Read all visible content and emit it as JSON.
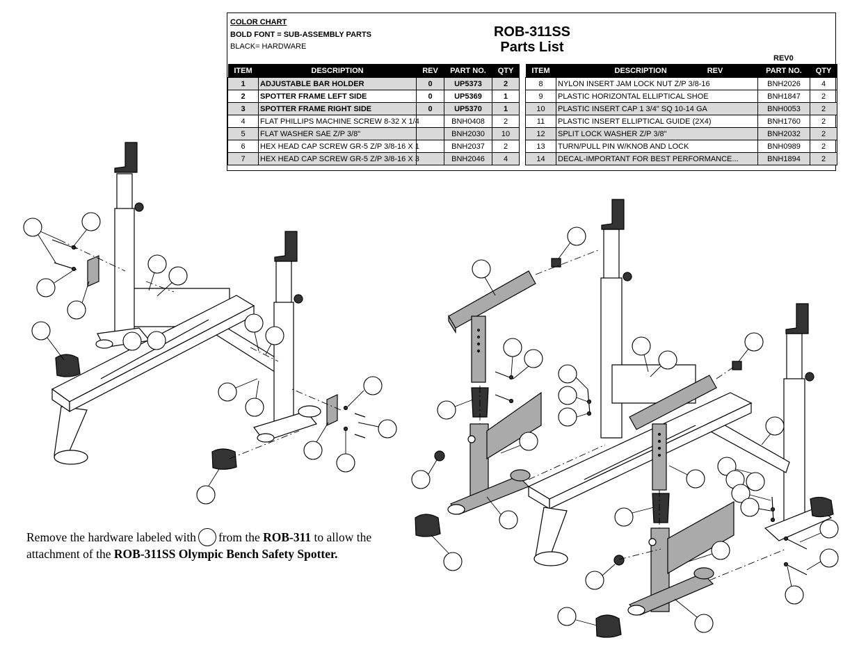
{
  "color_chart": {
    "title": "COLOR CHART",
    "bold_note": "BOLD FONT = SUB-ASSEMBLY PARTS",
    "black_note": "BLACK= HARDWARE"
  },
  "doc": {
    "model": "ROB-311SS",
    "subtitle": "Parts List",
    "revision": "REV0"
  },
  "table": {
    "headers": [
      "ITEM",
      "DESCRIPTION",
      "REV",
      "PART NO.",
      "QTY"
    ],
    "left_rows": [
      {
        "item": "1",
        "desc": "ADJUSTABLE BAR HOLDER",
        "rev": "0",
        "part": "UP5373",
        "qty": "2",
        "bold": true,
        "shade": true
      },
      {
        "item": "2",
        "desc": "SPOTTER FRAME LEFT SIDE",
        "rev": "0",
        "part": "UP5369",
        "qty": "1",
        "bold": true,
        "shade": false
      },
      {
        "item": "3",
        "desc": "SPOTTER FRAME RIGHT SIDE",
        "rev": "0",
        "part": "UP5370",
        "qty": "1",
        "bold": true,
        "shade": true
      },
      {
        "item": "4",
        "desc": "FLAT PHILLIPS MACHINE SCREW 8-32 X 1/4",
        "rev": "",
        "part": "BNH0408",
        "qty": "2",
        "bold": false,
        "shade": false
      },
      {
        "item": "5",
        "desc": "FLAT WASHER SAE Z/P 3/8\"",
        "rev": "",
        "part": "BNH2030",
        "qty": "10",
        "bold": false,
        "shade": true
      },
      {
        "item": "6",
        "desc": "HEX HEAD CAP SCREW GR-5 Z/P 3/8-16 X 1",
        "rev": "",
        "part": "BNH2037",
        "qty": "2",
        "bold": false,
        "shade": false
      },
      {
        "item": "7",
        "desc": "HEX HEAD CAP SCREW GR-5 Z/P 3/8-16 X 3",
        "rev": "",
        "part": "BNH2046",
        "qty": "4",
        "bold": false,
        "shade": true
      }
    ],
    "right_rows": [
      {
        "item": "8",
        "desc": "NYLON INSERT JAM LOCK NUT Z/P 3/8-16",
        "rev": "",
        "part": "BNH2026",
        "qty": "4",
        "bold": false,
        "shade": false
      },
      {
        "item": "9",
        "desc": "PLASTIC HORIZONTAL ELLIPTICAL SHOE",
        "rev": "",
        "part": "BNH1847",
        "qty": "2",
        "bold": false,
        "shade": false
      },
      {
        "item": "10",
        "desc": "PLASTIC INSERT CAP 1 3/4\" SQ 10-14 GA",
        "rev": "",
        "part": "BNH0053",
        "qty": "2",
        "bold": false,
        "shade": true
      },
      {
        "item": "11",
        "desc": "PLASTIC INSERT ELLIPTICAL GUIDE (2X4)",
        "rev": "",
        "part": "BNH1760",
        "qty": "2",
        "bold": false,
        "shade": false
      },
      {
        "item": "12",
        "desc": "SPLIT LOCK WASHER Z/P 3/8\"",
        "rev": "",
        "part": "BNH2032",
        "qty": "2",
        "bold": false,
        "shade": true
      },
      {
        "item": "13",
        "desc": "TURN/PULL PIN W/KNOB AND LOCK",
        "rev": "",
        "part": "BNH0989",
        "qty": "2",
        "bold": false,
        "shade": false
      },
      {
        "item": "14",
        "desc": "DECAL-IMPORTANT FOR BEST PERFORMANCE...",
        "rev": "",
        "part": "BNH1894",
        "qty": "2",
        "bold": false,
        "shade": true
      }
    ]
  },
  "note": {
    "part1": "Remove the hardware labeled with",
    "part2": "from the",
    "model_a": "ROB-311",
    "part3": "to allow the attachment of the",
    "model_b": "ROB-311SS Olympic Bench Safety Spotter."
  }
}
